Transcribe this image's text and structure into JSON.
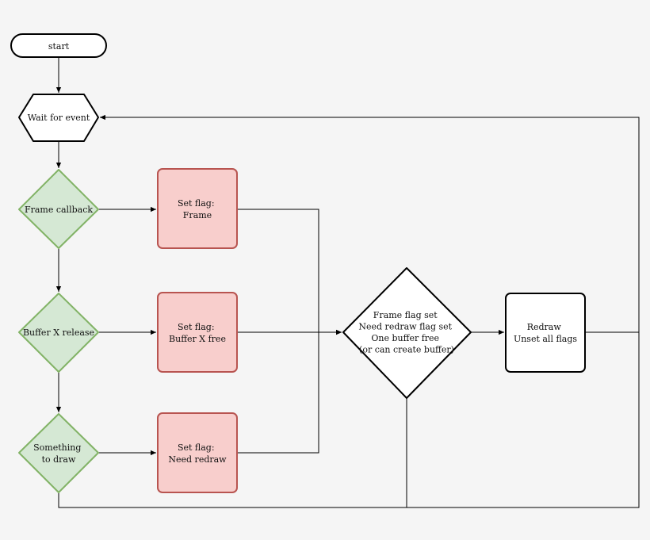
{
  "nodes": {
    "start": {
      "label": "start"
    },
    "wait": {
      "label": "Wait for event"
    },
    "frame_callback": {
      "label": "Frame callback"
    },
    "buffer_release": {
      "label": "Buffer X release"
    },
    "something_to_draw": {
      "lines": [
        "Something",
        "to draw"
      ]
    },
    "set_flag_frame": {
      "lines": [
        "Set flag:",
        "Frame"
      ]
    },
    "set_flag_buffer": {
      "lines": [
        "Set flag:",
        "Buffer X free"
      ]
    },
    "set_flag_redraw": {
      "lines": [
        "Set flag:",
        "Need redraw"
      ]
    },
    "condition": {
      "lines": [
        "Frame flag set",
        "Need redraw flag set",
        "One buffer free",
        "(or can create buffer)"
      ]
    },
    "redraw": {
      "lines": [
        "Redraw",
        "Unset all flags"
      ]
    }
  },
  "colors": {
    "background": "#f5f5f5",
    "decision_fill": "#d5e8d4",
    "decision_stroke": "#82b366",
    "action_fill": "#f8cecc",
    "action_stroke": "#b85450",
    "neutral_fill": "#ffffff",
    "neutral_stroke": "#000000",
    "edge": "#000000"
  }
}
